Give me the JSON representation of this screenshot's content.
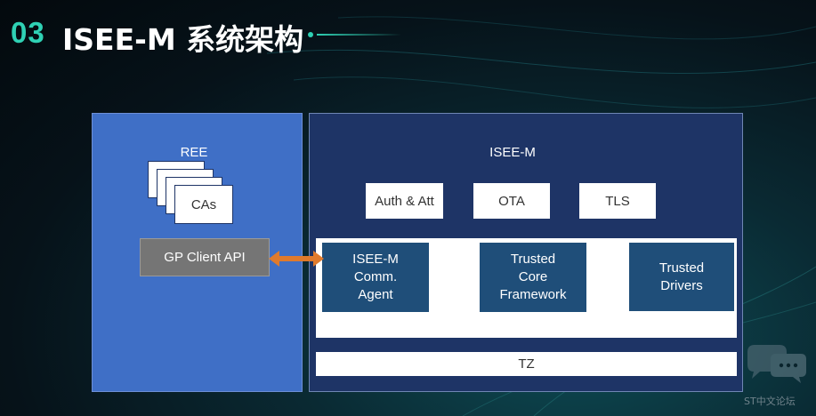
{
  "header": {
    "number": "03",
    "title": "ISEE-M 系统架构"
  },
  "ree": {
    "title": "REE",
    "cas": "CAs",
    "gp_client_api": "GP Client API"
  },
  "isee": {
    "title": "ISEE-M",
    "services": [
      "Auth & Att",
      "OTA",
      "TLS"
    ],
    "components": [
      [
        "ISEE-M",
        "Comm.",
        "Agent"
      ],
      [
        "Trusted",
        "Core",
        "Framework"
      ],
      [
        "Trusted",
        "Drivers"
      ]
    ],
    "tz": "TZ"
  },
  "watermark": {
    "text": "ST中文论坛"
  },
  "colors": {
    "accent": "#2fd1b4",
    "ree_panel": "#3f6fc6",
    "isee_panel": "#1e3466",
    "component_box": "#1f4e79",
    "api_box": "#757575",
    "arrow": "#e07a2c"
  }
}
